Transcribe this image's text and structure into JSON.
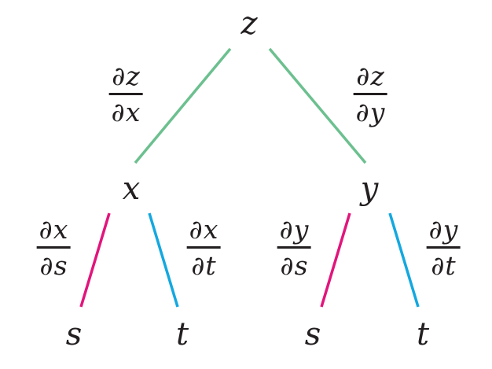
{
  "diagram": {
    "colors": {
      "text": "#231f20",
      "top_edges": "#6cc08f",
      "left_branch": "#e2157c",
      "right_branch": "#14a8e0"
    },
    "nodes": {
      "z": "z",
      "x": "x",
      "y": "y",
      "s_left": "s",
      "t_left": "t",
      "s_right": "s",
      "t_right": "t"
    },
    "fractions": {
      "dz_dx": {
        "op": "∂",
        "num": "z",
        "den": "x"
      },
      "dz_dy": {
        "op": "∂",
        "num": "z",
        "den": "y"
      },
      "dx_ds": {
        "op": "∂",
        "num": "x",
        "den": "s"
      },
      "dx_dt": {
        "op": "∂",
        "num": "x",
        "den": "t"
      },
      "dy_ds": {
        "op": "∂",
        "num": "y",
        "den": "s"
      },
      "dy_dt": {
        "op": "∂",
        "num": "y",
        "den": "t"
      }
    }
  }
}
